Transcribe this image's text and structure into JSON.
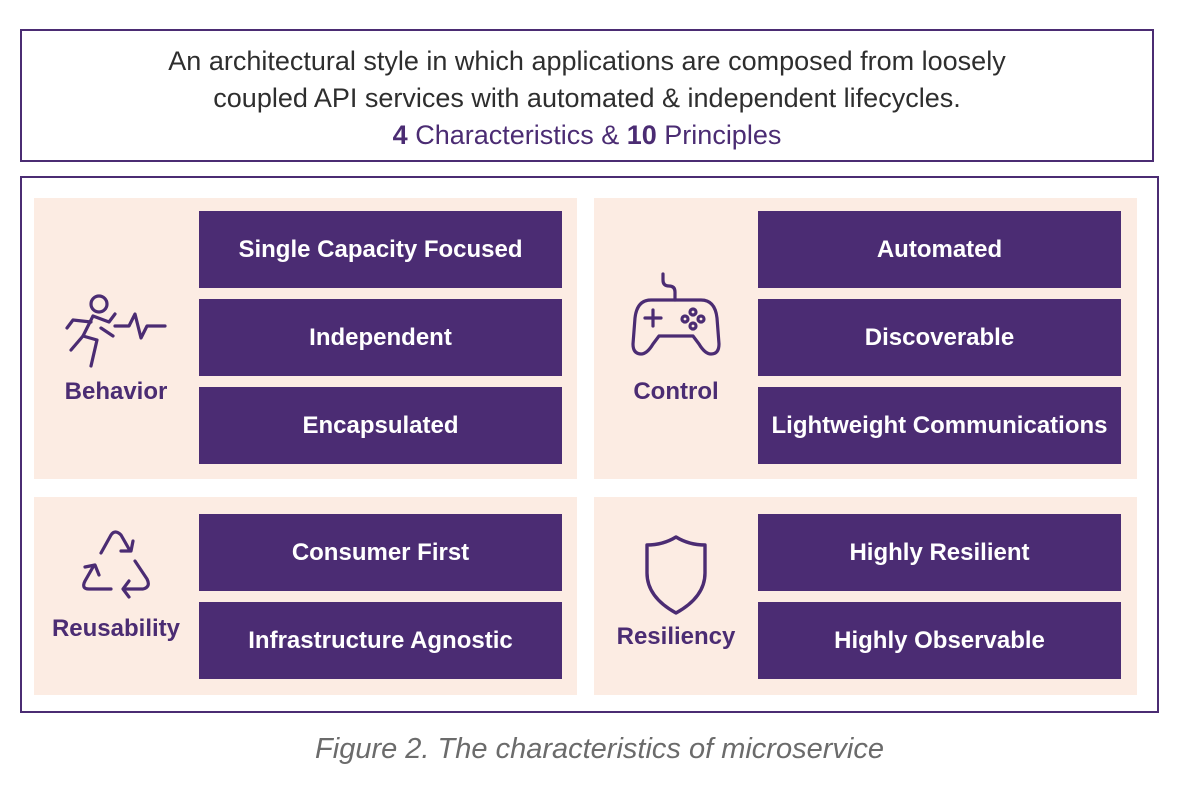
{
  "header": {
    "line1": "An architectural style in which applications are composed from loosely",
    "line2": "coupled API services with automated & independent lifecycles.",
    "count_characteristics": "4",
    "characteristics_label": " Characteristics & ",
    "count_principles": "10",
    "principles_label": " Principles"
  },
  "colors": {
    "accent": "#4b2c73",
    "panel_background": "#fcece3",
    "text": "#2e2e2e",
    "caption": "#6b6b6b"
  },
  "characteristics": [
    {
      "label": "Behavior",
      "icon": "running-person-heartbeat-icon",
      "principles": [
        "Single Capacity Focused",
        "Independent",
        "Encapsulated"
      ]
    },
    {
      "label": "Control",
      "icon": "game-controller-icon",
      "principles": [
        "Automated",
        "Discoverable",
        "Lightweight Communications"
      ]
    },
    {
      "label": "Reusability",
      "icon": "recycle-icon",
      "principles": [
        "Consumer First",
        "Infrastructure Agnostic"
      ]
    },
    {
      "label": "Resiliency",
      "icon": "shield-icon",
      "principles": [
        "Highly Resilient",
        "Highly Observable"
      ]
    }
  ],
  "caption": "Figure 2. The characteristics of microservice"
}
